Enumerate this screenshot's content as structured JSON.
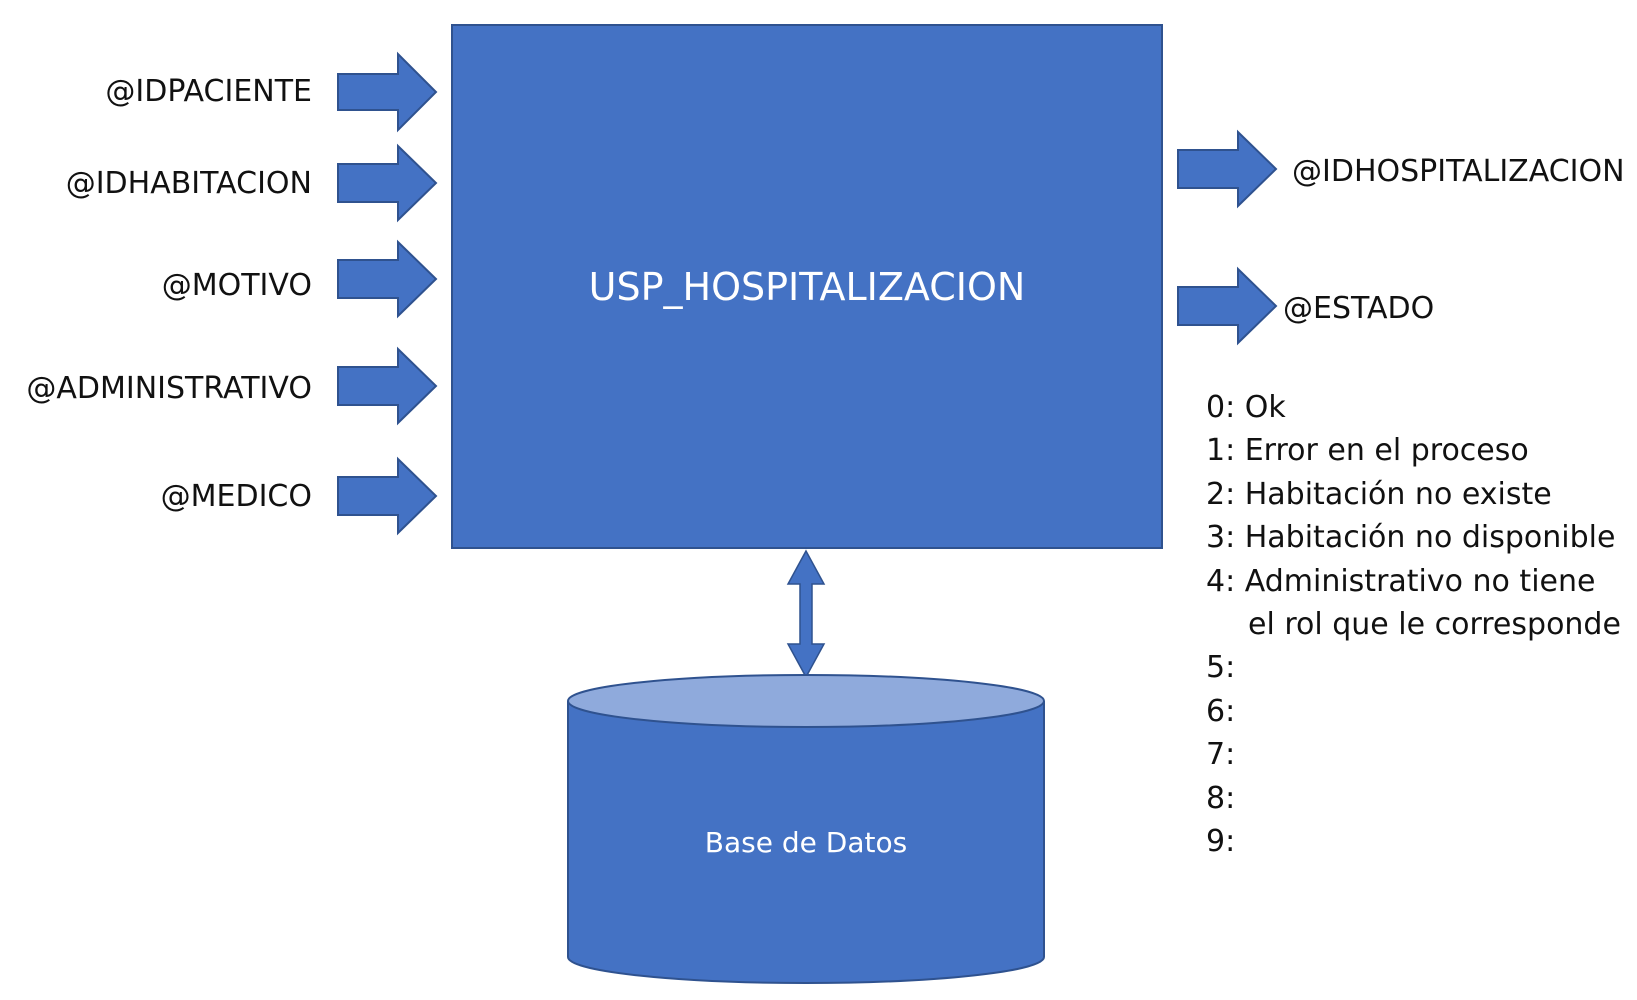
{
  "inputs": [
    "@IDPACIENTE",
    "@IDHABITACION",
    "@MOTIVO",
    "@ADMINISTRATIVO",
    "@MEDICO"
  ],
  "procedure": {
    "name": "USP_HOSPITALIZACION"
  },
  "outputs": [
    "@IDHOSPITALIZACION",
    "@ESTADO"
  ],
  "database": {
    "label": "Base de Datos"
  },
  "status_codes": [
    "0: Ok",
    "1: Error en el proceso",
    "2: Habitación no existe",
    "3: Habitación no disponible",
    "4: Administrativo no tiene",
    "el rol que le corresponde",
    "5:",
    "6:",
    "7:",
    "8:",
    "9:"
  ],
  "colors": {
    "box_fill": "#4472C4",
    "box_stroke": "#2F528F",
    "cylinder_top": "#8FAADC",
    "text_dark": "#111111",
    "text_light": "#FFFFFF"
  }
}
